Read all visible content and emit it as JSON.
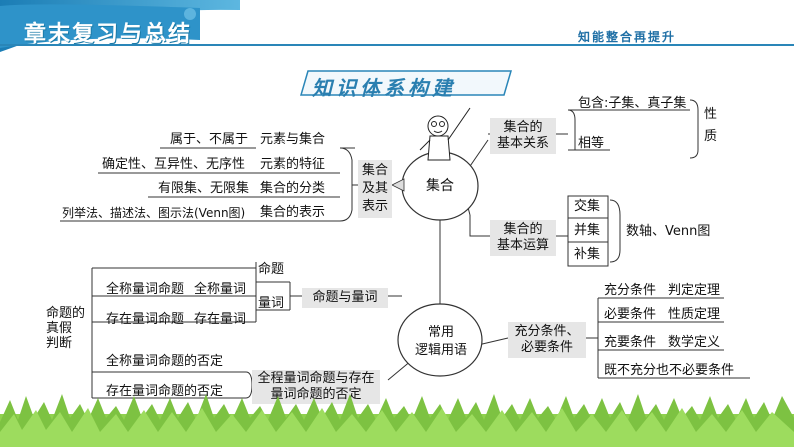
{
  "header": {
    "chapter_title": "章末复习与总结",
    "subtitle": "知能整合再提升",
    "section_title": "知识体系构建"
  },
  "left_tree": {
    "items": [
      {
        "left": "属于、不属于",
        "right": "元素与集合"
      },
      {
        "left": "确定性、互异性、无序性",
        "right": "元素的特征"
      },
      {
        "left": "有限集、无限集",
        "right": "集合的分类"
      },
      {
        "left": "列举法、描述法、图示法(Venn图)",
        "right": "集合的表示"
      }
    ],
    "group_label": "集合\n及其\n表示"
  },
  "center": {
    "set_node": "集合",
    "logic_node": "常用\n逻辑用语"
  },
  "right_top": {
    "relation_label": "集合的\n基本关系",
    "relation_items": [
      "包含:子集、真子集",
      "相等"
    ],
    "relation_property": "性\n质",
    "operation_label": "集合的\n基本运算",
    "operation_items": [
      "交集",
      "并集",
      "补集"
    ],
    "operation_tool": "数轴、Venn图"
  },
  "right_bottom": {
    "label": "充分条件、\n必要条件",
    "items": [
      {
        "left": "充分条件",
        "right": "判定定理"
      },
      {
        "left": "必要条件",
        "right": "性质定理"
      },
      {
        "left": "充要条件",
        "right": "数学定义"
      },
      {
        "left": "既不充分也不必要条件",
        "right": ""
      }
    ]
  },
  "left_bottom": {
    "quantifier_label": "命题与量词",
    "proposition": "命题",
    "quantifier": "量词",
    "universal": [
      "全称量词命题",
      "全称量词"
    ],
    "existential": [
      "存在量词命题",
      "存在量词"
    ],
    "truth_label": "命题的\n真假\n判断",
    "neg_universal": "全称量词命题的否定",
    "neg_existential": "存在量词命题的否定",
    "neg_label": "全程量词命题与存在\n量词命题的否定"
  },
  "colors": {
    "accent": "#2a86b8",
    "gray_box": "#e6e6e6",
    "grass": "#7dc242"
  }
}
